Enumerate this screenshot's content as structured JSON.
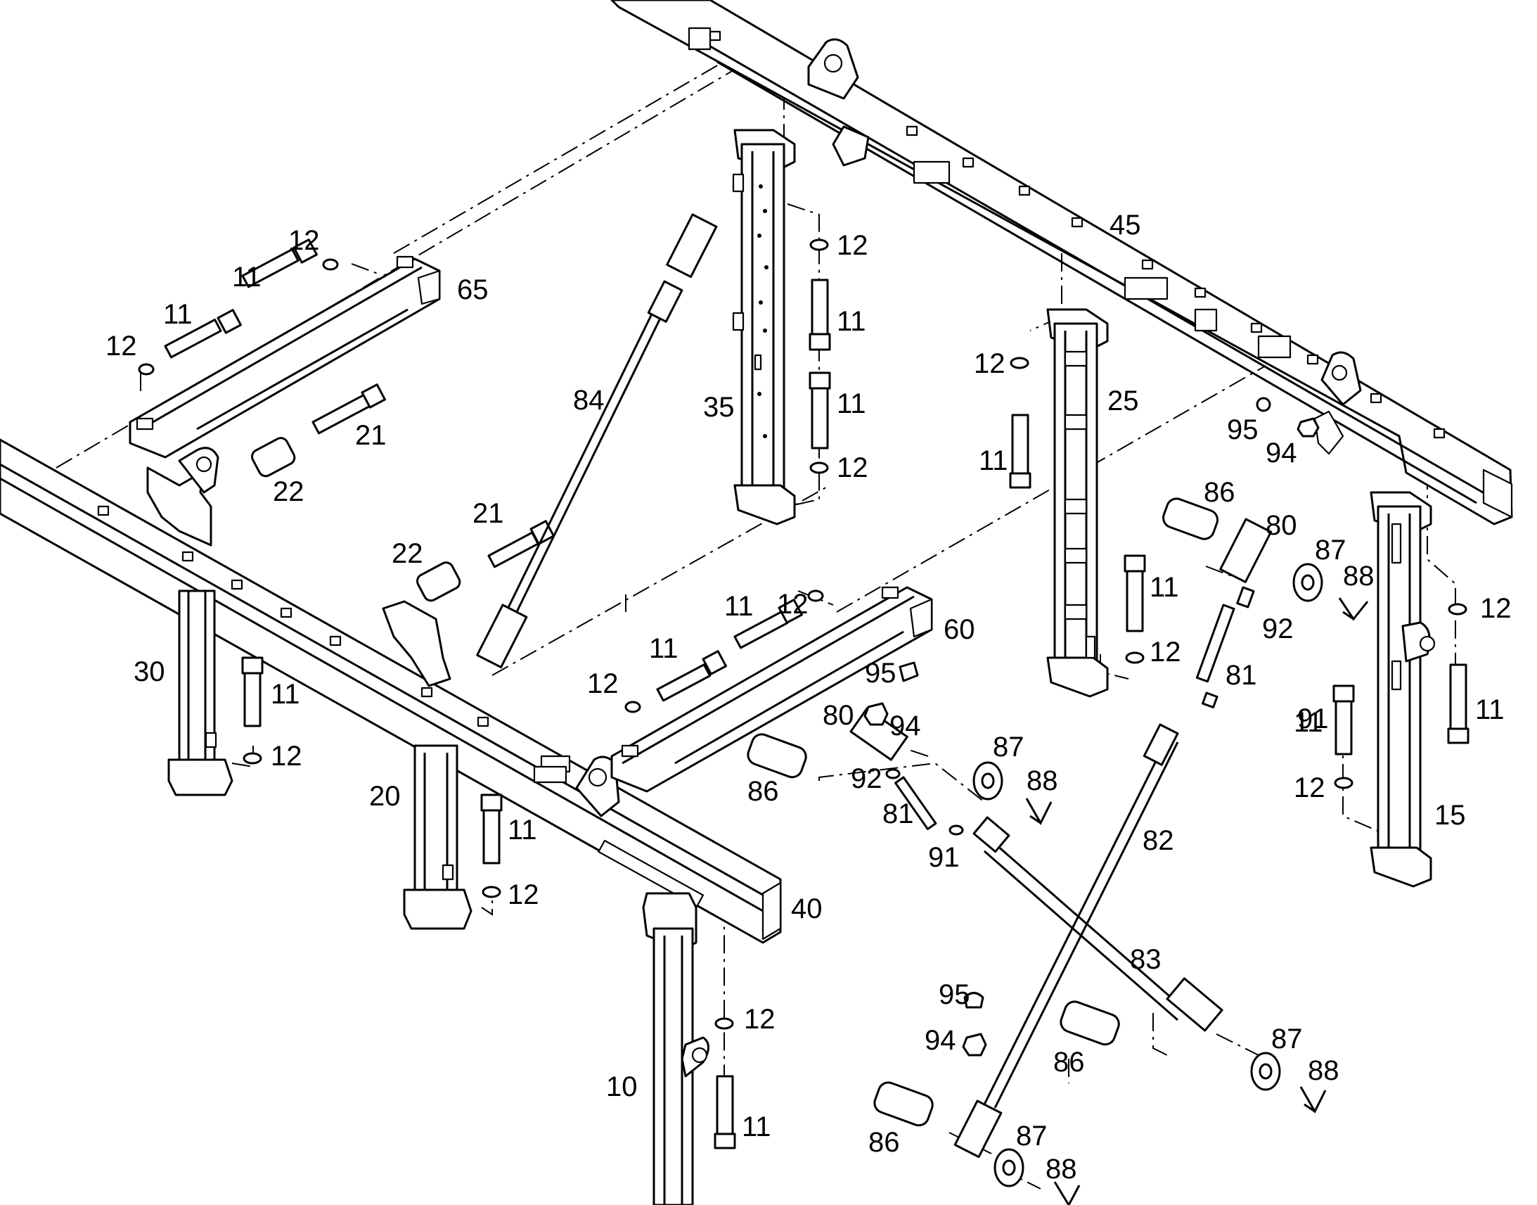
{
  "callouts": {
    "n10": "10",
    "n11": "11",
    "n12": "12",
    "n15": "15",
    "n20": "20",
    "n21": "21",
    "n22": "22",
    "n25": "25",
    "n30": "30",
    "n35": "35",
    "n40": "40",
    "n45": "45",
    "n60": "60",
    "n65": "65",
    "n80": "80",
    "n81": "81",
    "n82": "82",
    "n83": "83",
    "n84": "84",
    "n86": "86",
    "n87": "87",
    "n88": "88",
    "n91": "91",
    "n92": "92",
    "n94": "94",
    "n95": "95"
  }
}
